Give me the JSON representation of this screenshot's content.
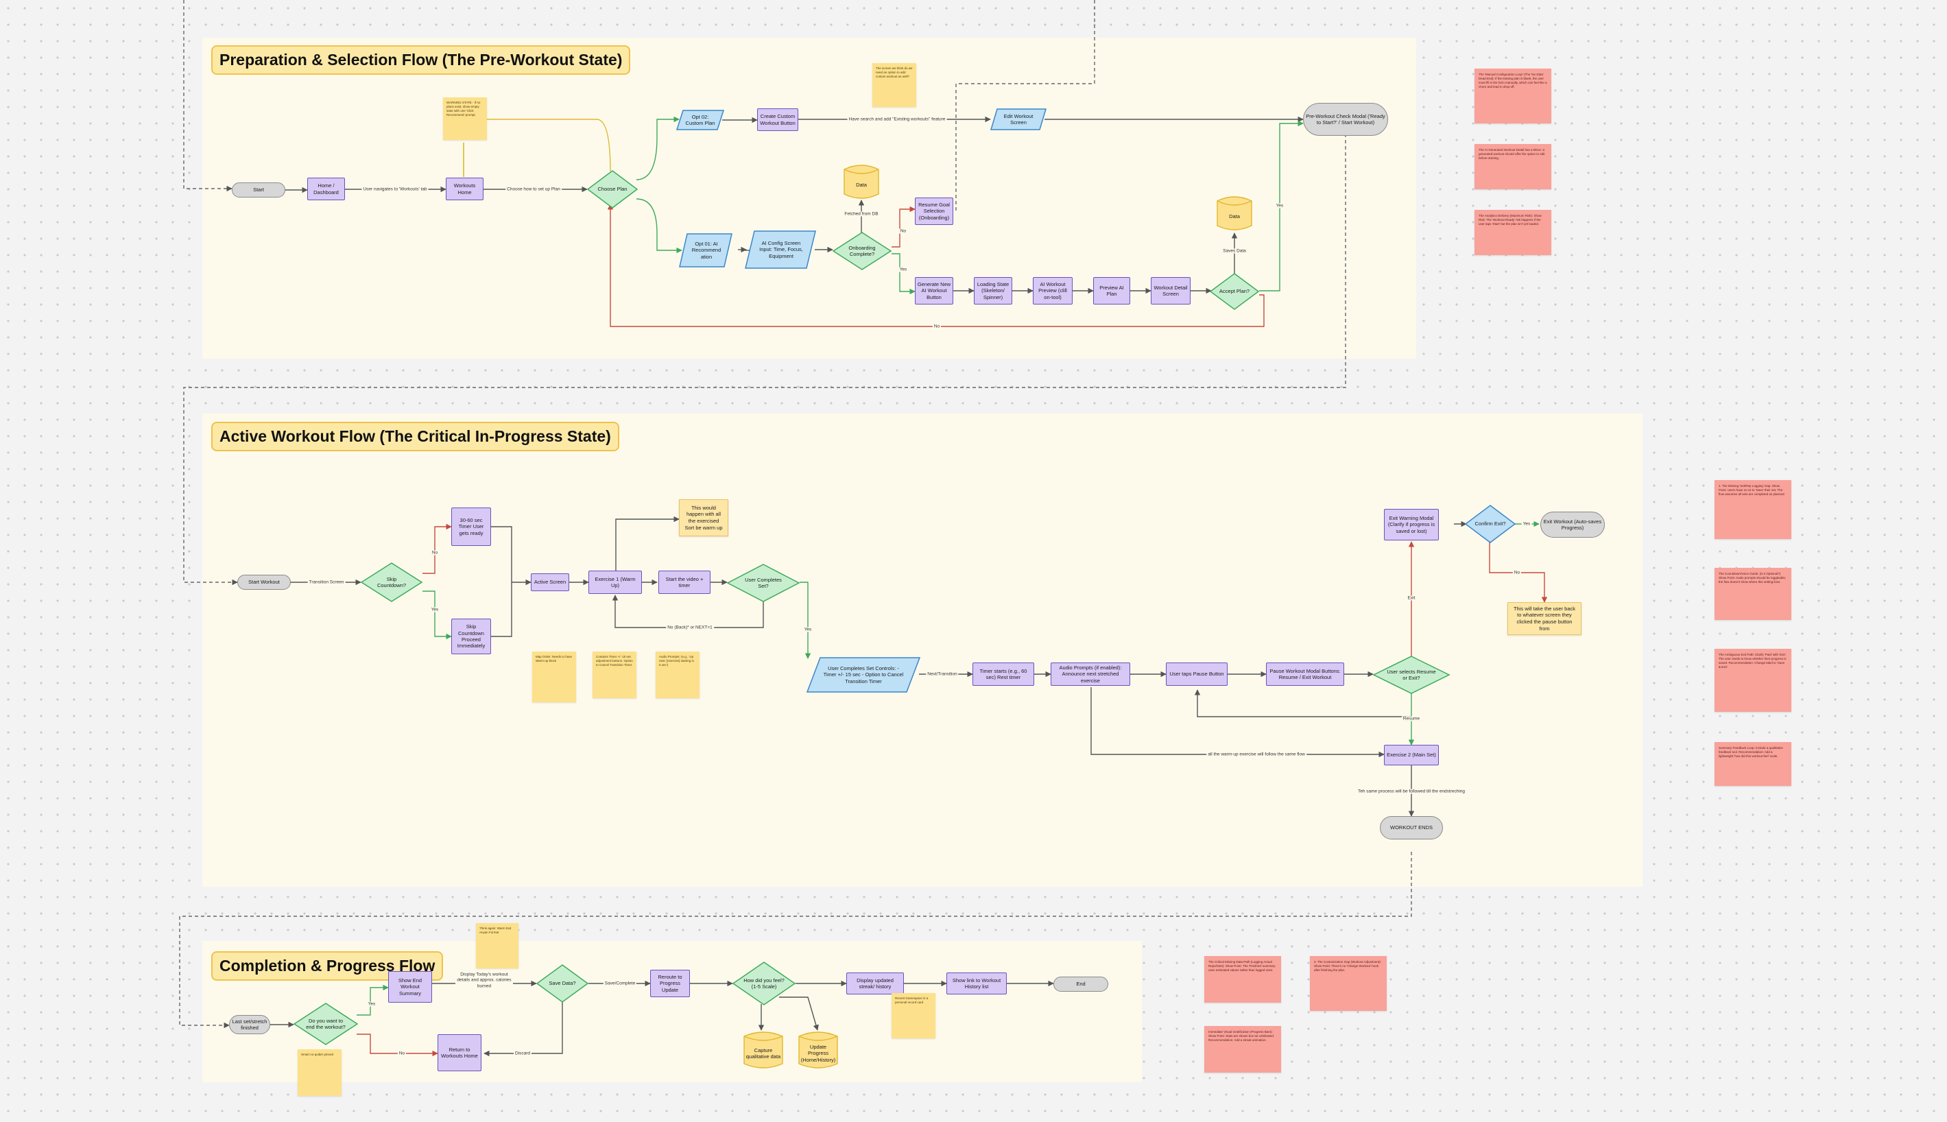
{
  "sections": {
    "prep": "Preparation & Selection Flow (The Pre-Workout State)",
    "active": "Active Workout Flow (The Critical In-Progress State)",
    "completion": "Completion & Progress Flow"
  },
  "nodes": {
    "p_start": "Start",
    "p_home": "Home / Dashboard",
    "p_workouts_home": "Workouts Home",
    "p_choose_plan": "Choose Plan",
    "p_opt2": "Opt 02: Custom Plan",
    "p_create_custom": "Create Custom Workout Button",
    "p_edit_workout": "Edit Workout Screen",
    "p_precheck": "Pre-Workout Check Modal ('Ready to Start?' / Start Workout)",
    "p_data1": "Data",
    "p_resume_goal": "Resume Goal Selection (Onboarding)",
    "p_data2": "Data",
    "p_opt1": "Opt 01: AI Recommend ation",
    "p_ai_config": "AI Config Screen Input: Time, Focus, Equipment",
    "p_onboarding": "Onboarding Complete?",
    "p_generate": "Generate New AI Workout Button",
    "p_loading": "Loading State (Skeleton/ Spinner)",
    "p_ai_preview": "AI Workout Preview (clill on-tool)",
    "p_preview_plan": "Preview AI Plan",
    "p_detail": "Workout Detail Screen",
    "p_accept": "Accept Plan?",
    "a_start": "Start Workout",
    "a_skip": "Skip Countdown?",
    "a_timer": "30-60 sec Timer User gets ready",
    "a_skip_proceed": "Skip Countdown Proceed Immediately",
    "a_active": "Active Screen",
    "a_exercise1": "Exercise 1 (Warm Up)",
    "a_start_video": "Start the video + timer",
    "a_user_complete": "User Completes Set?",
    "a_sets_io": "User Completes Set Controls: - Timer +/- 15 sec - Option to Cancel Transition Timer",
    "a_timer_rest": "Timer starts (e.g., 60 sec) Rest timer",
    "a_audio": "Audio Prompts (if enabled): Announce next stretched exercise",
    "a_pause_btn": "User taps Pause Button",
    "a_pause_modal": "Pause Workout Modal Buttons: Resume / Exit Workout",
    "a_resume_exit": "User selects Resume or Exit?",
    "a_exit_modal": "Exit Warning Modal (Clarify if progress is saved or lost)",
    "a_confirm_exit": "Confirm Exit?",
    "a_exit_workout": "Exit Workout (Auto-saves Progress)",
    "a_exercise2": "Exercise 2 (Main Set)",
    "a_workout_ends": "WORKOUT ENDS",
    "c_last_set": "Last set/stretch finished",
    "c_want_end": "Do you want to end the workout?",
    "c_show_end": "Show End Workout Summary",
    "c_return_home": "Return to Workouts Home",
    "c_save_data": "Save Data?",
    "c_reroute": "Reroute to Progress Update",
    "c_how_feel": "How did you feel? (1-5 Scale)",
    "c_capture": "Capture qualitative data",
    "c_update_progress": "Update Progress (Home/History)",
    "c_display_streak": "Display updated streak/ history",
    "c_show_link": "Show link to Workout History list",
    "c_end": "End"
  },
  "edge_labels": {
    "nav_workouts": "User navigates to 'Workouts' tab",
    "choose_how": "Choose how to set up Plan",
    "have_search": "Have search and add \"Existing workouts\" feature",
    "fetched": "Fetched from DB",
    "no_onb": "No",
    "yes_onb": "Yes",
    "saves_data": "Saves Data",
    "yes_accept": "Yes",
    "no_accept": "No",
    "transition": "Transition Screen",
    "no_skip": "No",
    "yes_skip": "Yes",
    "no_back": "No (Back)* or NEXT>1",
    "yes_set": "Yes",
    "next_transition": "Next/Transition",
    "yes_confirm": "Yes",
    "no_confirm": "No",
    "exit_lbl": "Exit",
    "resume_lbl": "Resume",
    "warmup_note": "all the warm-up exercise will follow the same flow",
    "same_process": "Teh same process will be followed till the endstreching",
    "yes_end": "Yes",
    "no_end": "No",
    "display_today": "Display Today's workout details and approx. calories burned",
    "save_complete": "Save/Complete",
    "discard": "Discard"
  },
  "big_notes": {
    "warm_note": "This would happen with all the exercised Sort be warm up",
    "back_note": "This will take the user back to whatever screen they clicked the pause button from"
  },
  "sticky_yellow": {
    "y1": "WARNING STATE - If no plans exist, show empty state with one 'Click Recommend' prompt.",
    "y2": "The screen we think do we need an option to add custom workout as well?",
    "y3": "Map Order: Needs to have Warm-up block",
    "y4": "Contains Timer +/- 15 sec adjustment buttons. Option to Cancel Transition Timer.",
    "y5": "Audio Prompts: (e.g., 'Up next: [exercise] starting in 5 sec')",
    "y6": "Think again: Warm Exit Anyan Format",
    "y7": "Smart no-quitter pinned",
    "y8": "Recent Gamespace in a personal record card"
  },
  "sticky_red": {
    "r1": "The 'Manual Configuration Loop' (The 'No Data' Dead End): If the training plan is blank, the user must fill in the form manually, which can feel like a chore and lead to drop-off.",
    "r2": "The AI Generated Workout Detail has a Minor: a generated workout should offer the option to edit before starting.",
    "r3": "The Analytics Delivery (Maximum Risk): Show Risk: The 'Workout Ready' risk happens if the user taps 'Start' but the plan isn't yet loaded.",
    "r4": "1. The Missing 'Set/Rep Logging' Gap: Show Point: Users have no UI to 'Save' their set. The flow assumes all sets are completed as planned.",
    "r5": "The Countdown/Voice Guide: (Is it Optional?) Show Point: Audio prompts should be toggleable; the flow doesn't show where this setting lives.",
    "r6": "The Ambiguous Exit Path: Clarify 'Paid' with 'Exit'. The user needs to know whether their progress is saved. Recommendation: Change label to 'Save & Exit'.",
    "r7": "Summary Feedback Loop: Include a qualitative feedback tool. Recommendation: Add a lightweight 'how did this workout feel' scale.",
    "r8": "The Critical Missing Data Path (Logging Actual Reps/Sets): Show Point: The 'Finished' summary uses estimated values rather than logged ones.",
    "r9": "3. The Customization Gap (Workout Adjustment): Show Point: There's no 'Change Workout' hook after finishing the plan.",
    "r10": "Immediate Visual Gratification (Progress Bars): Show Point: Stats are shown but not celebrated. Recommendation: Add a streak animation."
  }
}
